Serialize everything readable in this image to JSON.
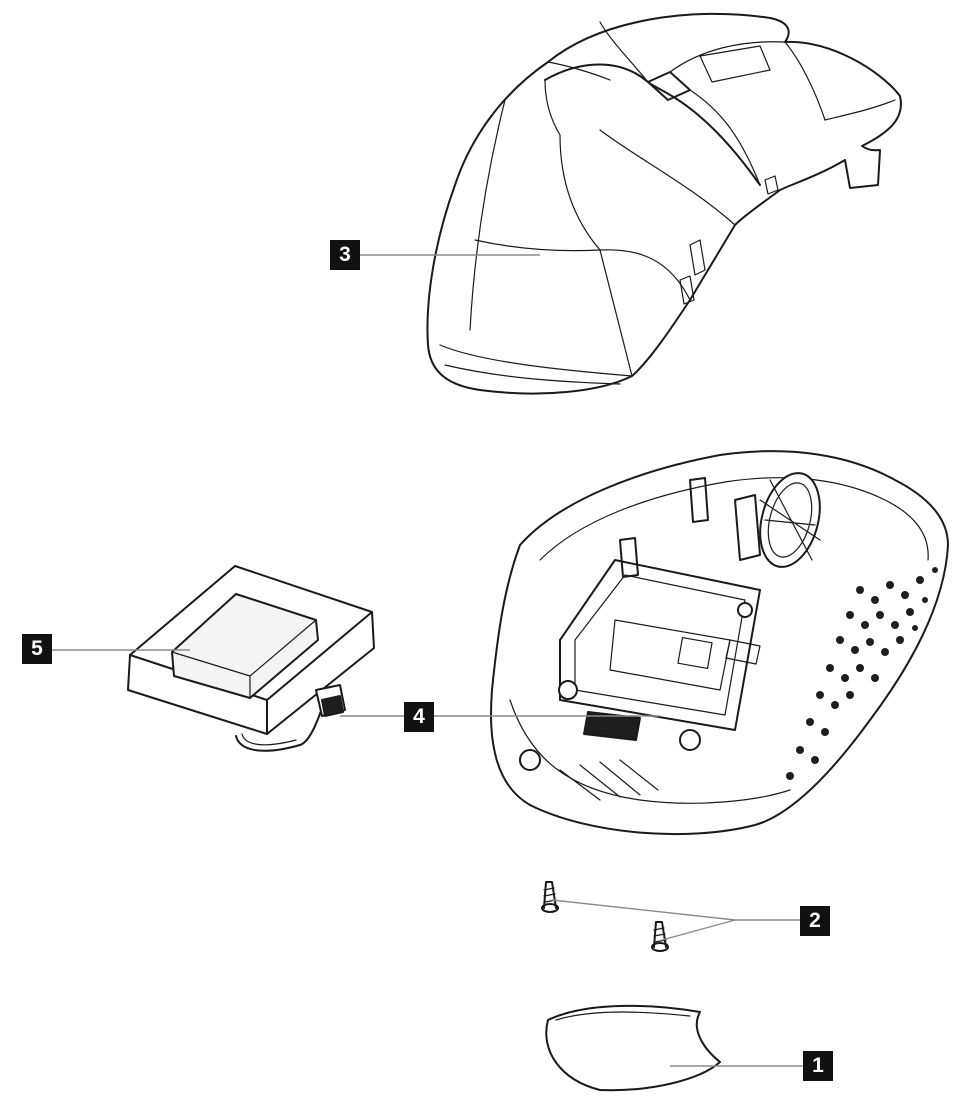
{
  "callouts": {
    "c1": "1",
    "c2": "2",
    "c3": "3",
    "c4": "4",
    "c5": "5"
  },
  "colors": {
    "callout_bg": "#111111",
    "callout_text": "#ffffff",
    "line": "#1a1a1a",
    "leader": "#8a8a8a"
  }
}
